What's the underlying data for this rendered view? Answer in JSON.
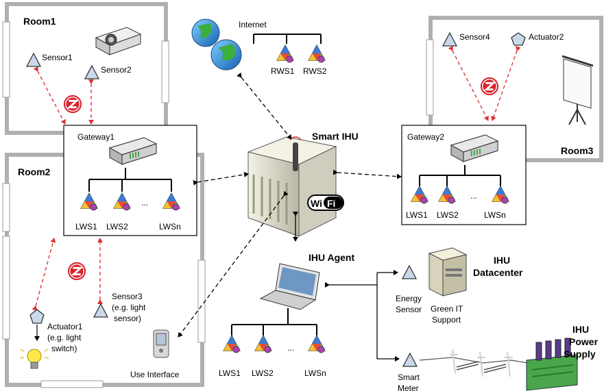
{
  "rooms": {
    "room1": "Room1",
    "room2": "Room2",
    "room3": "Room3"
  },
  "internet": {
    "label": "Internet",
    "rws1": "RWS1",
    "rws2": "RWS2"
  },
  "room1_nodes": {
    "sensor1": "Sensor1",
    "sensor2": "Sensor2"
  },
  "room3_nodes": {
    "sensor4": "Sensor4",
    "actuator2": "Actuator2"
  },
  "gateway1": {
    "label": "Gateway1",
    "lws1": "LWS1",
    "lws2": "LWS2",
    "ellipsis": "...",
    "lwsn": "LWSn"
  },
  "gateway2": {
    "label": "Gateway2",
    "lws1": "LWS1",
    "lws2": "LWS2",
    "ellipsis": "...",
    "lwsn": "LWSn"
  },
  "smart_ihu": {
    "label": "Smart IHU",
    "wifi_left": "Wi",
    "wifi_right": "Fi"
  },
  "room2_nodes": {
    "actuator1_l1": "Actuator1",
    "actuator1_l2": "(e.g. light",
    "actuator1_l3": "switch)",
    "sensor3_l1": "Sensor3",
    "sensor3_l2": "(e.g. light",
    "sensor3_l3": "sensor)",
    "use_interface": "Use Interface"
  },
  "ihu_agent": {
    "label": "IHU Agent",
    "lws1": "LWS1",
    "lws2": "LWS2",
    "ellipsis": "...",
    "lwsn": "LWSn"
  },
  "datacenter": {
    "title_l1": "IHU",
    "title_l2": "Datacenter",
    "energy_l1": "Energy",
    "energy_l2": "Sensor",
    "green_l1": "Green IT",
    "green_l2": "Support"
  },
  "power": {
    "title_l1": "IHU",
    "title_l2": "Power",
    "title_l3": "Supply",
    "smart_l1": "Smart",
    "smart_l2": "Meter"
  },
  "colors": {
    "zigbee_red": "#d9232d",
    "link_red": "#e03030",
    "room_wall": "#b0b0b0",
    "sensor_fill": "#c9d9ea"
  }
}
